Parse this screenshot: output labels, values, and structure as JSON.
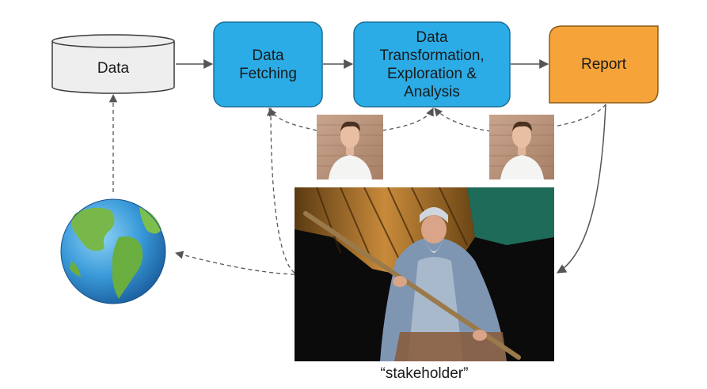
{
  "nodes": {
    "data": "Data",
    "fetching": "Data\nFetching",
    "transformation": "Data\nTransformation,\nExploration &\nAnalysis",
    "report": "Report"
  },
  "caption": "“stakeholder”",
  "colors": {
    "process_fill": "#2bace6",
    "process_stroke": "#1b6f99",
    "report_fill": "#f6a43a",
    "report_stroke": "#8a5a14",
    "database_fill": "#eeeeee",
    "arrow": "#555555"
  },
  "icons": [
    "database-icon",
    "globe-icon",
    "person-photo",
    "person-photo",
    "stakeholder-photo"
  ]
}
